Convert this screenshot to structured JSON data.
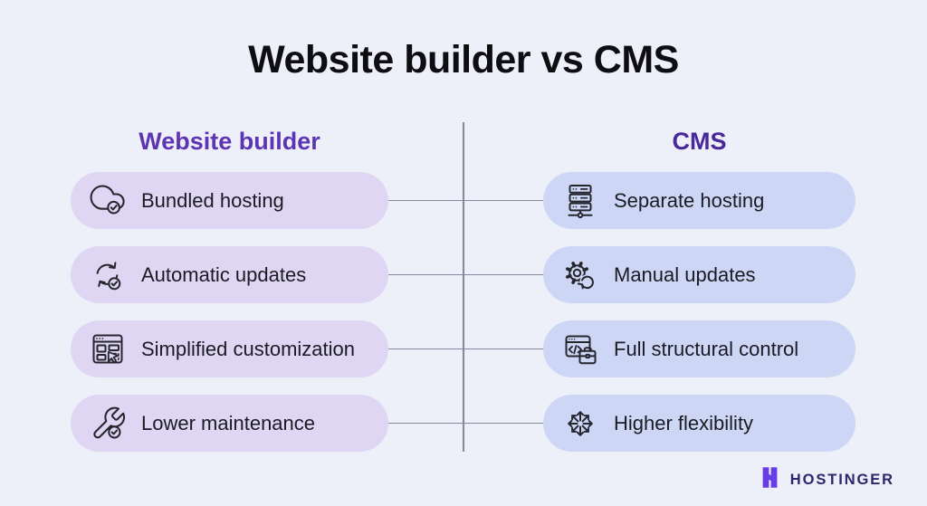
{
  "title": "Website builder vs CMS",
  "columns": [
    {
      "header": "Website builder",
      "header_color": "#5d34b2",
      "pill_color": "#ded6f3",
      "items": [
        {
          "label": "Bundled hosting",
          "icon": "cloud-check-icon"
        },
        {
          "label": "Automatic updates",
          "icon": "sync-check-icon"
        },
        {
          "label": "Simplified customization",
          "icon": "layout-cursor-icon"
        },
        {
          "label": "Lower maintenance",
          "icon": "wrench-check-icon"
        }
      ]
    },
    {
      "header": "CMS",
      "header_color": "#48299a",
      "pill_color": "#cdd7f5",
      "items": [
        {
          "label": "Separate hosting",
          "icon": "server-network-icon"
        },
        {
          "label": "Manual updates",
          "icon": "gear-sync-icon"
        },
        {
          "label": "Full structural control",
          "icon": "code-briefcase-icon"
        },
        {
          "label": "Higher flexibility",
          "icon": "expand-arrows-icon"
        }
      ]
    }
  ],
  "footer": {
    "brand": "HOSTINGER",
    "logo_icon": "hostinger-h-logo"
  },
  "colors": {
    "background": "#edeff9",
    "divider_line": "#8b86a0",
    "title_text": "#0e0d12",
    "label_text": "#1b1b24",
    "icon_stroke": "#26262e",
    "logo_purple": "#673de6",
    "logo_text": "#2f256b"
  }
}
